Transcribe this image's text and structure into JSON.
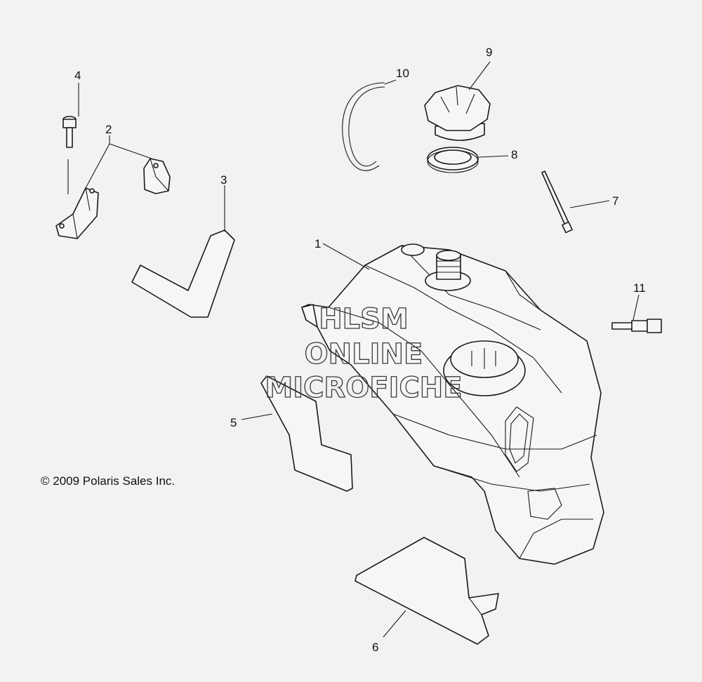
{
  "callouts": {
    "c1": "1",
    "c2": "2",
    "c3": "3",
    "c4": "4",
    "c5": "5",
    "c6": "6",
    "c7": "7",
    "c8": "8",
    "c9": "9",
    "c10": "10",
    "c11": "11"
  },
  "watermark": {
    "line1": "HLSM",
    "line2": "ONLINE",
    "line3": "MICROFICHE"
  },
  "copyright": "© 2009 Polaris Sales Inc.",
  "colors": {
    "background": "#f2f2f2",
    "line": "#1a1a1a"
  }
}
